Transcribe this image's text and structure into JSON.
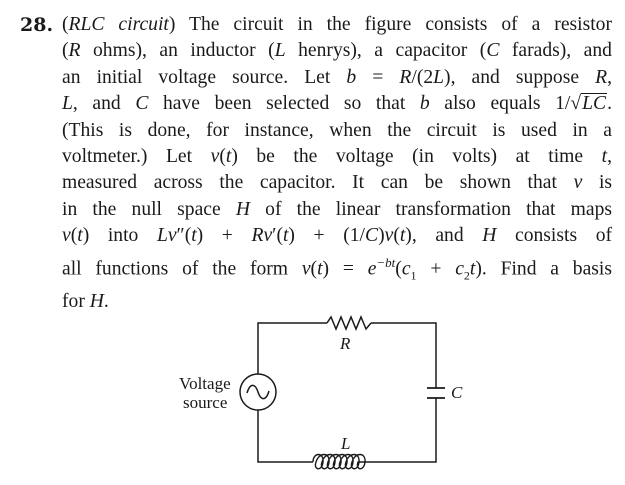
{
  "problem": {
    "number": "28.",
    "lines": [
      {
        "parts": [
          "(",
          "RLC circuit",
          ") The circuit in the figure consists of a resistor"
        ]
      },
      {
        "parts": [
          "(",
          "R",
          " ohms), an inductor (",
          "L",
          " henrys), a capacitor (",
          "C",
          " farads), and"
        ]
      },
      {
        "parts": [
          "an initial voltage source.  Let ",
          "b",
          " = ",
          "R",
          "/(2",
          "L",
          "), and suppose ",
          "R",
          ","
        ]
      },
      {
        "parts": [
          "L",
          ", and ",
          "C",
          " have been selected so that ",
          "b",
          " also equals 1/√",
          "LC",
          "."
        ]
      },
      {
        "parts": [
          "(This is done, for instance, when the circuit is used in a"
        ]
      },
      {
        "parts": [
          "voltmeter.)  Let ",
          "v",
          "(",
          "t",
          ") be the voltage (in volts) at time ",
          "t",
          ","
        ]
      },
      {
        "parts": [
          "measured across the capacitor.  It can be shown that ",
          "v",
          " is"
        ]
      },
      {
        "parts": [
          "in the null space ",
          "H",
          " of the linear transformation that maps"
        ]
      },
      {
        "parts": [
          "v",
          "(",
          "t",
          ") into ",
          "Lv",
          "″(",
          "t",
          ") + ",
          "Rv",
          "′(",
          "t",
          ") + (1/",
          "C",
          ")",
          "v",
          "(",
          "t",
          "), and ",
          "H",
          " consists of"
        ]
      },
      {
        "parts": [
          "all functions of the form ",
          "v",
          "(",
          "t",
          ") = ",
          "e",
          "−bt",
          "(",
          "c",
          "1",
          " + ",
          "c",
          "2",
          "t",
          "). Find a basis"
        ]
      },
      {
        "parts": [
          "for ",
          "H",
          "."
        ]
      }
    ]
  },
  "figure": {
    "resistor_label": "R",
    "inductor_label": "L",
    "capacitor_label": "C",
    "source_label_line1": "Voltage",
    "source_label_line2": "source",
    "resistor_icon": "resistor-zigzag-icon",
    "inductor_icon": "inductor-coil-icon",
    "capacitor_icon": "capacitor-plates-icon",
    "source_icon": "ac-voltage-source-icon"
  }
}
